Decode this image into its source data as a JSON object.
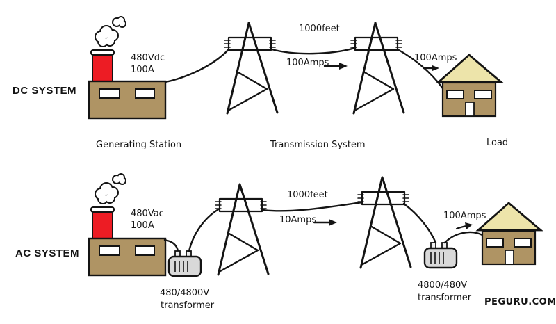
{
  "diagram": {
    "dc": {
      "system_label": "DC SYSTEM",
      "source": {
        "voltage": "480Vdc",
        "current": "100A"
      },
      "line": {
        "length": "1000feet",
        "current": "100Amps"
      },
      "load": {
        "current": "100Amps"
      },
      "captions": {
        "station": "Generating Station",
        "transmission": "Transmission System",
        "load": "Load"
      }
    },
    "ac": {
      "system_label": "AC SYSTEM",
      "source": {
        "voltage": "480Vac",
        "current": "100A"
      },
      "line": {
        "length": "1000feet",
        "current": "10Amps"
      },
      "load": {
        "current": "100Amps"
      },
      "step_up_transformer": {
        "rating": "480/4800V",
        "label": "transformer"
      },
      "step_down_transformer": {
        "rating": "4800/480V",
        "label": "transformer"
      }
    },
    "watermark": "PEGURU.COM",
    "colors": {
      "building": "#AF9464",
      "roof": "#EDE4AA",
      "chimney": "#ED1C24",
      "transformer_body": "#D9D9D9",
      "line": "#141414",
      "background": "#FFFFFF"
    }
  }
}
